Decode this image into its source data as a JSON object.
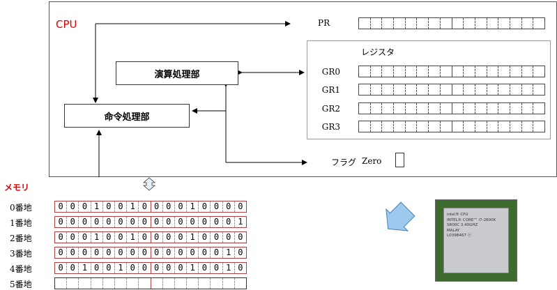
{
  "cpu_label": "CPU",
  "alu_label": "演算処理部",
  "control_label": "命令処理部",
  "registers_title": "レジスタ",
  "pr_label": "PR",
  "gr_labels": [
    "GR0",
    "GR1",
    "GR2",
    "GR3"
  ],
  "flag_label": "フラグ",
  "zero_label": "Zero",
  "memory_title": "メモリ",
  "memory": {
    "addresses": [
      "0番地",
      "1番地",
      "2番地",
      "3番地",
      "4番地",
      "5番地"
    ],
    "rows": [
      [
        0,
        0,
        0,
        1,
        0,
        0,
        1,
        0,
        0,
        0,
        0,
        1,
        0,
        0,
        0,
        0
      ],
      [
        0,
        0,
        0,
        0,
        0,
        0,
        0,
        0,
        0,
        0,
        0,
        0,
        0,
        0,
        0,
        1
      ],
      [
        0,
        0,
        0,
        1,
        0,
        0,
        1,
        0,
        0,
        0,
        0,
        1,
        0,
        0,
        0,
        0
      ],
      [
        0,
        0,
        0,
        0,
        0,
        0,
        0,
        0,
        0,
        0,
        0,
        0,
        0,
        0,
        1,
        0
      ],
      [
        0,
        0,
        1,
        0,
        0,
        1,
        0,
        0,
        0,
        0,
        0,
        1,
        0,
        0,
        1,
        0
      ],
      null
    ]
  },
  "chip_text": "intel® CPU\nINTEL® CORE™ i7-2600K\nSR00C 3.40GHZ\nMALAY\nL039B467 ⓔ",
  "colors": {
    "accent_red": "#e00000",
    "memory_border": "#b04040",
    "chip_green": "#3d6b2e",
    "arrow_blue": "#9ec9ef"
  }
}
